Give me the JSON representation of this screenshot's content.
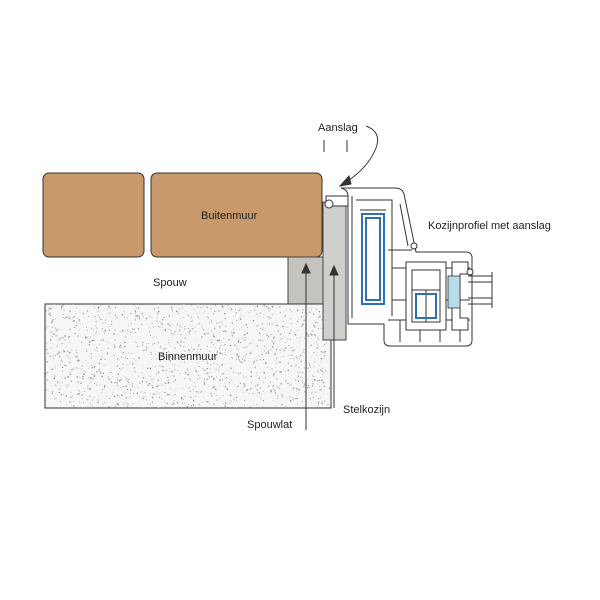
{
  "labels": {
    "aanslag": "Aanslag",
    "buitenmuur": "Buitenmuur",
    "kozijnprofiel": "Kozijnprofiel met aanslag",
    "spouw": "Spouw",
    "binnenmuur": "Binnenmuur",
    "spouwlat": "Spouwlat",
    "stelkozijn": "Stelkozijn"
  },
  "colors": {
    "brick": "#c8996a",
    "stone": "#f6f6f6",
    "spouwlat": "#c4c3be",
    "stelkozijn": "#cfcfcc",
    "profile": "#ffffff",
    "glazing": "#2f6fb8",
    "insulation": "#b9dcea",
    "line": "#333333"
  }
}
